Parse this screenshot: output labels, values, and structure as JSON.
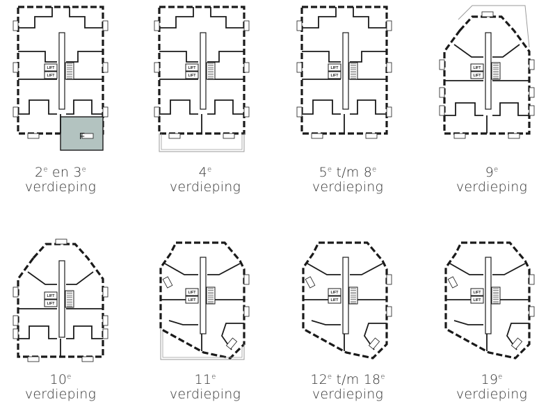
{
  "legend": {
    "lift": "LIFT",
    "unit_f": "F"
  },
  "colors": {
    "wall": "#1a1a1a",
    "unit_f_fill": "#b3c3c0",
    "balcony": "#9a9a9a"
  },
  "floors": [
    {
      "id": "floor-2-3",
      "num": "2",
      "sup1": "e",
      "mid": " en ",
      "num2": "3",
      "sup2": "e",
      "label": "verdieping",
      "variant": "base",
      "highlight": true,
      "bottom_balcony": false
    },
    {
      "id": "floor-4",
      "num": "4",
      "sup1": "e",
      "mid": "",
      "num2": "",
      "sup2": "",
      "label": "verdieping",
      "variant": "base",
      "highlight": false,
      "bottom_balcony": true
    },
    {
      "id": "floor-5-8",
      "num": "5",
      "sup1": "e",
      "mid": " t/m ",
      "num2": "8",
      "sup2": "e",
      "label": "verdieping",
      "variant": "base",
      "highlight": false,
      "bottom_balcony": false
    },
    {
      "id": "floor-9",
      "num": "9",
      "sup1": "e",
      "mid": "",
      "num2": "",
      "sup2": "",
      "label": "verdieping",
      "variant": "taper",
      "highlight": false,
      "bottom_balcony": false
    },
    {
      "id": "floor-10",
      "num": "10",
      "sup1": "e",
      "mid": "",
      "num2": "",
      "sup2": "",
      "label": "verdieping",
      "variant": "taper",
      "highlight": false,
      "bottom_balcony": false
    },
    {
      "id": "floor-11",
      "num": "11",
      "sup1": "e",
      "mid": "",
      "num2": "",
      "sup2": "",
      "label": "verdieping",
      "variant": "angled",
      "highlight": false,
      "bottom_balcony": true
    },
    {
      "id": "floor-12-18",
      "num": "12",
      "sup1": "e",
      "mid": " t/m ",
      "num2": "18",
      "sup2": "e",
      "label": "verdieping",
      "variant": "angled",
      "highlight": false,
      "bottom_balcony": false
    },
    {
      "id": "floor-19",
      "num": "19",
      "sup1": "e",
      "mid": "",
      "num2": "",
      "sup2": "",
      "label": "verdieping",
      "variant": "angled",
      "highlight": false,
      "bottom_balcony": false
    }
  ]
}
